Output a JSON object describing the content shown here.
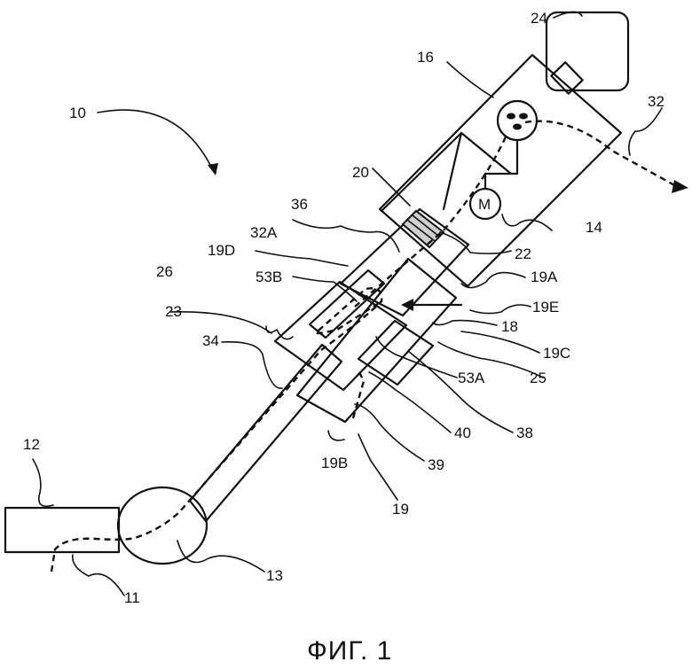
{
  "caption": "ФИГ. 1",
  "labels": {
    "l10": "10",
    "l11": "11",
    "l12": "12",
    "l13": "13",
    "l14": "14",
    "l16": "16",
    "l18": "18",
    "l19": "19",
    "l19A": "19A",
    "l19B": "19B",
    "l19C": "19C",
    "l19D": "19D",
    "l19E": "19E",
    "l20": "20",
    "l22": "22",
    "l23": "23",
    "l24": "24",
    "l25": "25",
    "l26": "26",
    "l32": "32",
    "l32A": "32A",
    "l34": "34",
    "l36": "36",
    "l38": "38",
    "l39": "39",
    "l40": "40",
    "l53A": "53A",
    "l53B": "53B",
    "motor": "M"
  }
}
